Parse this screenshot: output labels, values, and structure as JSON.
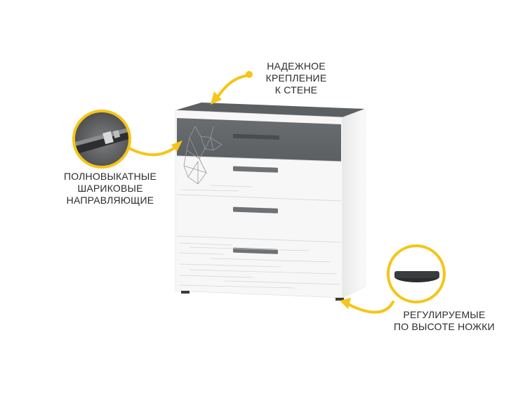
{
  "image": {
    "subject": "chest-of-drawers",
    "colors": {
      "accent": "#f5c518",
      "body": "#f7f7f7",
      "graphite": "#6b6e70",
      "handle": "#6f7274",
      "text": "#2b2b2b"
    }
  },
  "callouts": {
    "wall_mount": {
      "lines": [
        "НАДЕЖНОЕ",
        "КРЕПЛЕНИЕ",
        "К СТЕНЕ"
      ]
    },
    "ball_rails": {
      "lines": [
        "ПОЛНОВЫКАТНЫЕ",
        "ШАРИКОВЫЕ",
        "НАПРАВЛЯЮЩИЕ"
      ]
    },
    "adjustable_legs": {
      "lines": [
        "РЕГУЛИРУЕМЫЕ",
        "ПО ВЫСОТЕ НОЖКИ"
      ]
    }
  },
  "icons": [
    "yellow-arrow-icon",
    "rail-detail-zoom-icon",
    "leg-detail-zoom-icon",
    "wolf-line-art-icon"
  ]
}
